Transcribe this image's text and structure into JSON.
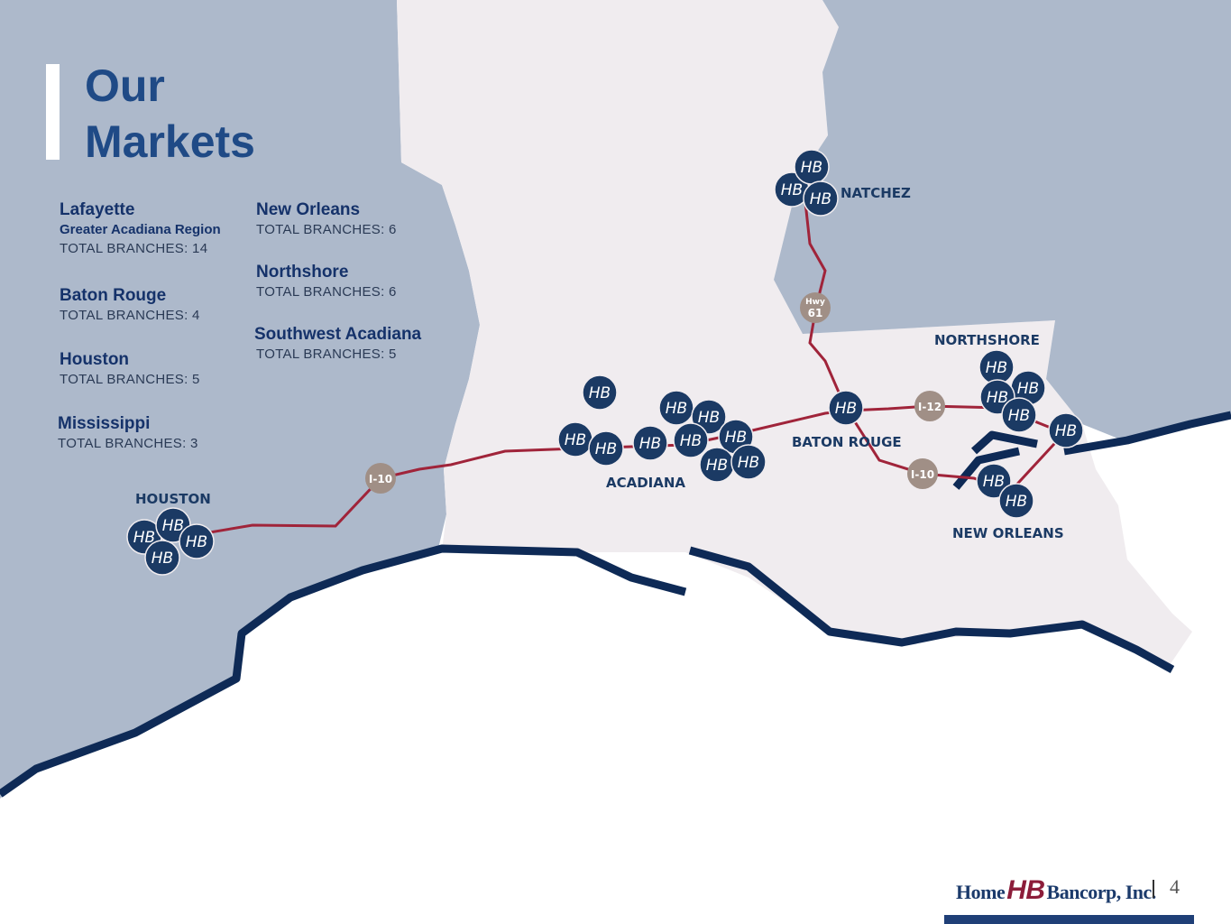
{
  "title": {
    "line1": "Our",
    "line2": "Markets"
  },
  "markets": [
    {
      "name": "Lafayette",
      "sub": "Greater Acadiana  Region",
      "count": "TOTAL  BRANCHES:  14"
    },
    {
      "name": "Baton Rouge",
      "count": "TOTAL  BRANCHES: 4"
    },
    {
      "name": "Houston",
      "count": "TOTAL  BRANCHES: 5"
    },
    {
      "name": "Mississippi",
      "count": "TOTAL  BRANCHES: 3"
    },
    {
      "name": "New Orleans",
      "count": "TOTAL  BRANCHES: 6"
    },
    {
      "name": "Northshore",
      "count": "TOTAL  BRANCHES: 6"
    },
    {
      "name": "Southwest Acadiana",
      "count": "TOTAL  BRANCHES: 5"
    }
  ],
  "map": {
    "labels": {
      "natchez": "NATCHEZ",
      "northshore": "NORTHSHORE",
      "baton_rouge": "BATON ROUGE",
      "acadiana": "ACADIANA",
      "new_orleans": "NEW ORLEANS",
      "houston": "HOUSTON"
    },
    "highways": {
      "i10_west": "I-10",
      "i10_east": "I-10",
      "i12": "I-12",
      "hwy61_top": "Hwy",
      "hwy61_num": "61"
    },
    "marker_glyph": "HB",
    "colors": {
      "water": "#ffffff",
      "neighbor_state": "#adb9cb",
      "louisiana": "#f0ecef",
      "coast": "#0e2a56",
      "route": "#a0243a",
      "marker": "#1b3a64",
      "badge": "#a08f86"
    }
  },
  "footer": {
    "logo_home": "Home",
    "logo_hb": "HB",
    "logo_bancorp": "Bancorp, Inc.",
    "page": "4"
  }
}
